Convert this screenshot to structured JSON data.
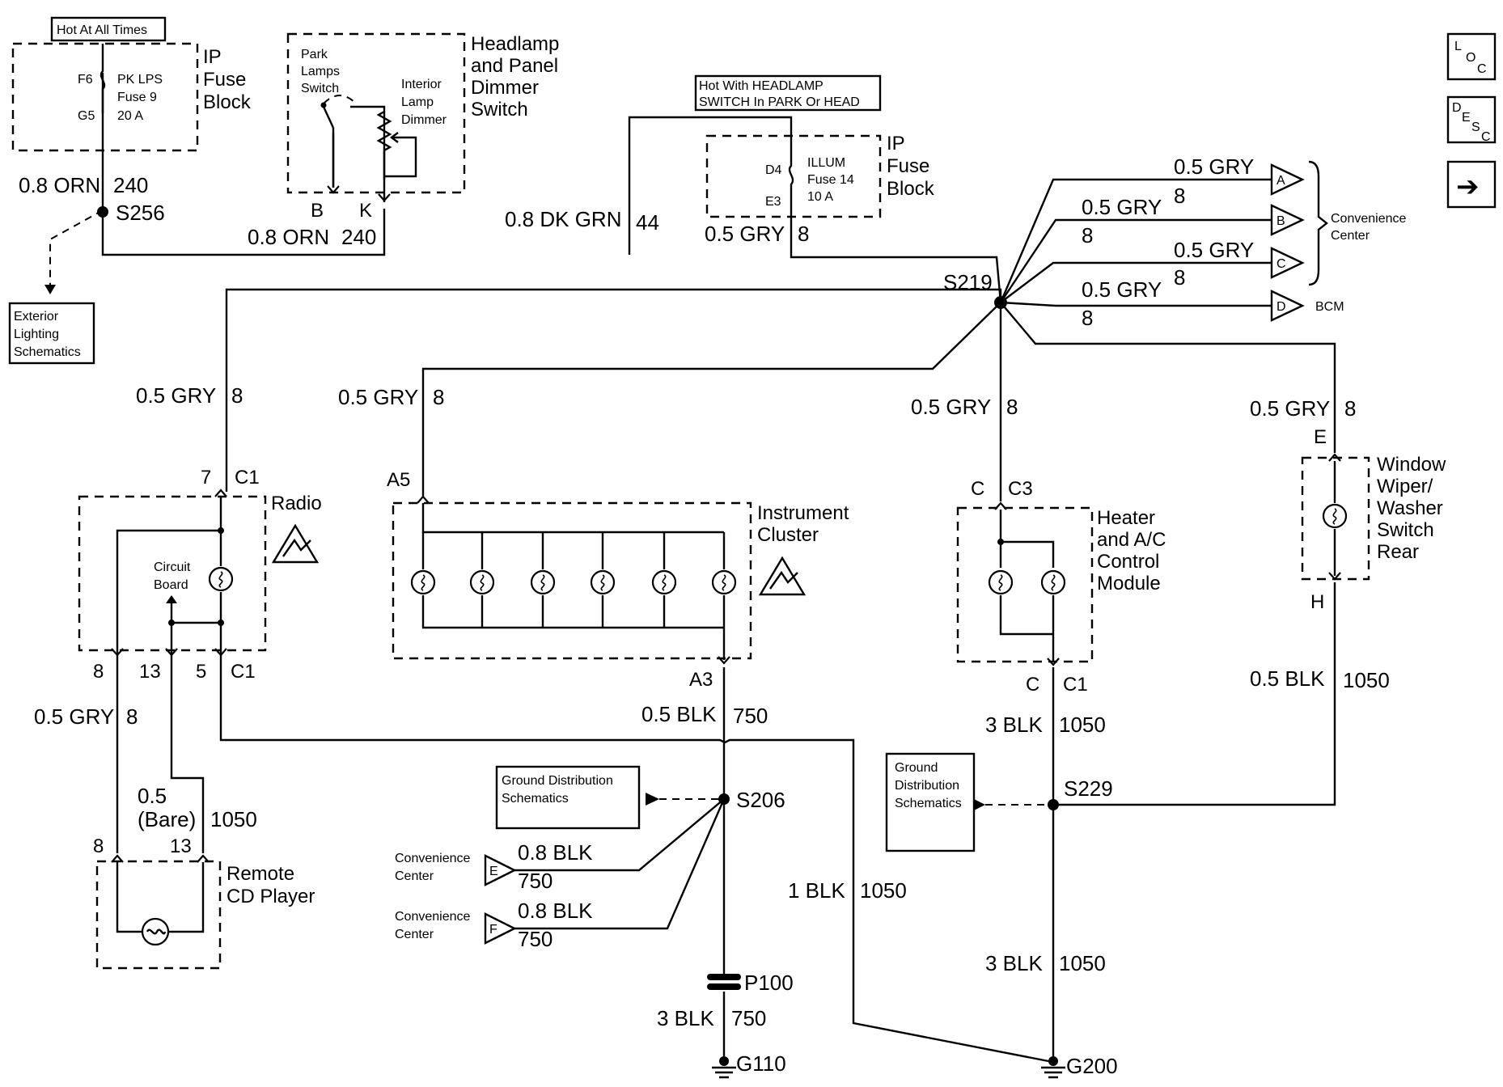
{
  "components": {
    "hot_all_times": "Hot At All Times",
    "ip_fuse_block_1": {
      "title": [
        "IP",
        "Fuse",
        "Block"
      ],
      "f6": "F6",
      "g5": "G5",
      "fuse_name": "PK LPS",
      "fuse_num": "Fuse 9",
      "fuse_amp": "20 A"
    },
    "headlamp_switch": {
      "title": [
        "Headlamp",
        "and Panel",
        "Dimmer",
        "Switch"
      ],
      "park": [
        "Park",
        "Lamps",
        "Switch"
      ],
      "interior": [
        "Interior",
        "Lamp",
        "Dimmer"
      ],
      "pin_b": "B",
      "pin_k": "K"
    },
    "hot_headlamp": [
      "Hot With HEADLAMP",
      "SWITCH In PARK Or HEAD"
    ],
    "ip_fuse_block_2": {
      "title": [
        "IP",
        "Fuse",
        "Block"
      ],
      "d4": "D4",
      "e3": "E3",
      "fuse_name": "ILLUM",
      "fuse_num": "Fuse 14",
      "fuse_amp": "10 A"
    },
    "exterior_lighting": [
      "Exterior",
      "Lighting",
      "Schematics"
    ],
    "convenience_center": [
      "Convenience",
      "Center"
    ],
    "bcm": "BCM",
    "radio": {
      "title": "Radio",
      "pin_7": "7",
      "c1": "C1",
      "circuit_board": [
        "Circuit",
        "Board"
      ],
      "pin_8": "8",
      "pin_13": "13",
      "pin_5": "5",
      "c1_bottom": "C1"
    },
    "instrument_cluster": {
      "title": [
        "Instrument",
        "Cluster"
      ],
      "a5": "A5",
      "a3": "A3"
    },
    "heater_ac": {
      "title": [
        "Heater",
        "and A/C",
        "Control",
        "Module"
      ],
      "top_c": "C",
      "c3": "C3",
      "bottom_c": "C",
      "c1": "C1"
    },
    "window_wiper": {
      "title": [
        "Window",
        "Wiper/",
        "Washer",
        "Switch",
        "Rear"
      ],
      "e": "E",
      "h": "H"
    },
    "remote_cd": {
      "title": [
        "Remote",
        "CD Player"
      ],
      "pin_8": "8",
      "pin_13": "13"
    },
    "ground_dist": [
      "Ground Distribution",
      "Schematics"
    ],
    "ground_dist_2": [
      "Ground",
      "Distribution",
      "Schematics"
    ]
  },
  "connectors": {
    "A": "A",
    "B": "B",
    "C": "C",
    "D": "D",
    "E": "E",
    "F": "F"
  },
  "splices": {
    "s256": "S256",
    "s219": "S219",
    "s206": "S206",
    "s229": "S229",
    "p100": "P100",
    "g110": "G110",
    "g200": "G200"
  },
  "wires": {
    "orn_s256": [
      "0.8 ORN",
      "240"
    ],
    "orn_b": [
      "0.8 ORN",
      "240"
    ],
    "dkgrn": [
      "0.8 DK GRN",
      "44"
    ],
    "gry_fuse": [
      "0.5 GRY",
      "8"
    ],
    "gry_a": [
      "0.5 GRY",
      "8"
    ],
    "gry_b": [
      "0.5 GRY",
      "8"
    ],
    "gry_c": [
      "0.5 GRY",
      "8"
    ],
    "gry_d": [
      "0.5 GRY",
      "8"
    ],
    "gry_radio": [
      "0.5 GRY",
      "8"
    ],
    "gry_ic": [
      "0.5 GRY",
      "8"
    ],
    "gry_hvac": [
      "0.5 GRY",
      "8"
    ],
    "gry_wiper": [
      "0.5 GRY",
      "8"
    ],
    "gry_cd": [
      "0.5 GRY",
      "8"
    ],
    "bare": [
      "0.5",
      "(Bare)",
      "1050"
    ],
    "blk_750": [
      "0.5 BLK",
      "750"
    ],
    "blk_e": [
      "0.8 BLK",
      "750"
    ],
    "blk_f": [
      "0.8 BLK",
      "750"
    ],
    "blk_1": [
      "1 BLK",
      "1050"
    ],
    "blk_3_750": [
      "3 BLK",
      "750"
    ],
    "blk_3_c1": [
      "3 BLK",
      "1050"
    ],
    "blk_3_g200": [
      "3 BLK",
      "1050"
    ],
    "blk_wiper": [
      "0.5 BLK",
      "1050"
    ]
  },
  "nav": {
    "loc": [
      "L",
      "O",
      "C"
    ],
    "desc": [
      "D",
      "E",
      "S",
      "C"
    ],
    "next": "➔"
  }
}
